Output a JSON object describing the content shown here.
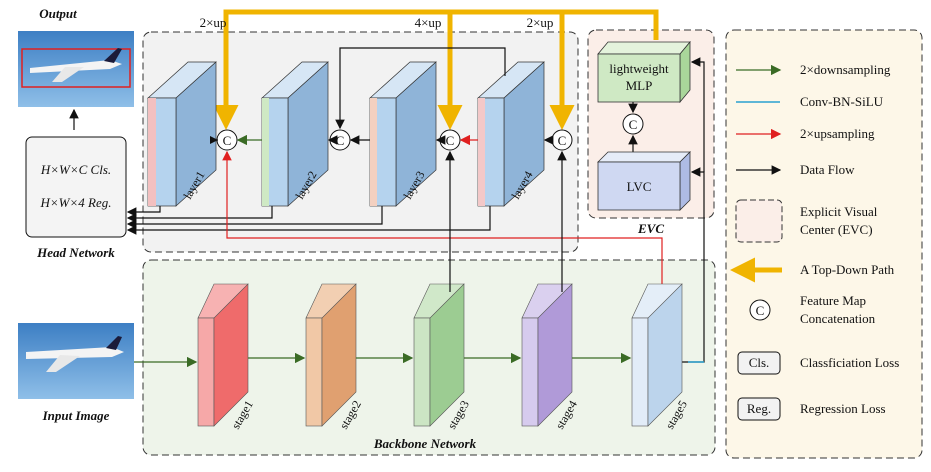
{
  "titles": {
    "output": "Output",
    "input": "Input Image",
    "head": "Head Network",
    "backbone": "Backbone Network",
    "evc": "EVC"
  },
  "head_box": {
    "line1": "H×W×C  Cls.",
    "line2": "H×W×4  Reg."
  },
  "layers": [
    "layer1",
    "layer2",
    "layer3",
    "layer4"
  ],
  "stages": [
    "stage1",
    "stage2",
    "stage3",
    "stage4",
    "stage5"
  ],
  "up_labels": [
    "2×up",
    "4×up",
    "2×up"
  ],
  "concat_symbol": "C",
  "evc_box": {
    "mlp_line1": "lightweight",
    "mlp_line2": "MLP",
    "lvc": "LVC"
  },
  "legend": {
    "downsampling": "2×downsampling",
    "conv": "Conv-BN-SiLU",
    "upsampling": "2×upsampling",
    "dataflow": "Data Flow",
    "evc_line1": "Explicit Visual",
    "evc_line2": "Center (EVC)",
    "topdown": "A Top-Down Path",
    "concat_line1": "Feature Map",
    "concat_line2": "Concatenation",
    "cls_box": "Cls.",
    "cls_text": "Classficiation Loss",
    "reg_box": "Reg.",
    "reg_text": "Regression Loss"
  },
  "colors": {
    "topdown": "#f0b400",
    "down_arrow": "#3a6b25",
    "up_arrow": "#e02020",
    "conv_line": "#2aa0d0",
    "stage1": "#ef6b6b",
    "stage2": "#e0a070",
    "stage3": "#9ccc92",
    "stage4": "#b09ad8",
    "stage5": "#bcd4ec",
    "layer": "#b5d3ee",
    "mlp": "#cfe9c4",
    "lvc": "#cfd8f2",
    "evc_bg": "#fbeee8",
    "legend_bg": "#fdf7e8"
  }
}
